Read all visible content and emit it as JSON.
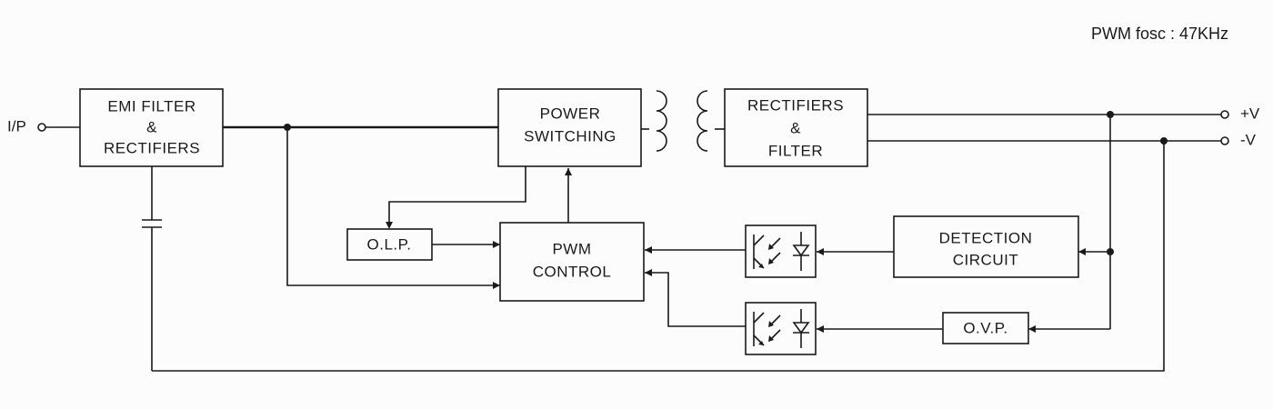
{
  "header": {
    "freq_label": "PWM fosc : 47KHz"
  },
  "terminals": {
    "input": "I/P",
    "positive": "+V",
    "negative": "-V"
  },
  "blocks": {
    "emi": [
      "EMI FILTER",
      "&",
      "RECTIFIERS"
    ],
    "power": [
      "POWER",
      "SWITCHING"
    ],
    "rect": [
      "RECTIFIERS",
      "&",
      "FILTER"
    ],
    "olp": "O.L.P.",
    "pwm": [
      "PWM",
      "CONTROL"
    ],
    "detect": [
      "DETECTION",
      "CIRCUIT"
    ],
    "ovp": "O.V.P."
  },
  "colors": {
    "ink": "#1a1a1a",
    "background": "#fcfcfc"
  }
}
